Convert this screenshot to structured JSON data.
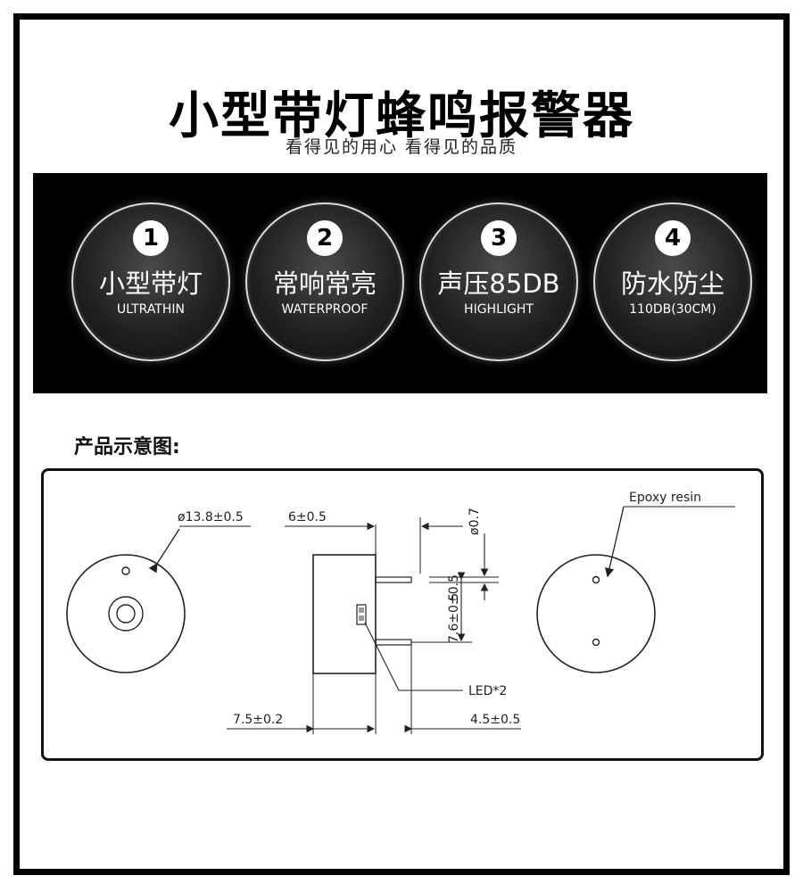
{
  "header": {
    "title": "小型带灯蜂鸣报警器",
    "subtitle": "看得见的用心 看得见的品质"
  },
  "features": [
    {
      "num": "1",
      "cn": "小型带灯",
      "en": "ULTRATHIN"
    },
    {
      "num": "2",
      "cn": "常响常亮",
      "en": "WATERPROOF"
    },
    {
      "num": "3",
      "cn": "声压85DB",
      "en": "HIGHLIGHT"
    },
    {
      "num": "4",
      "cn": "防水防尘",
      "en": "110DB(30CM)"
    }
  ],
  "diagram": {
    "section_label": "产品示意图:",
    "labels": {
      "diameter": "ø13.8±0.5",
      "height": "6±0.5",
      "pin_diameter": "ø0.7",
      "pin_spacing_small": "±0.5",
      "pin_spacing": "7.6±0.5",
      "epoxy": "Epoxy resin",
      "led": "LED*2",
      "left_length": "7.5±0.2",
      "right_length": "4.5±0.5"
    }
  }
}
